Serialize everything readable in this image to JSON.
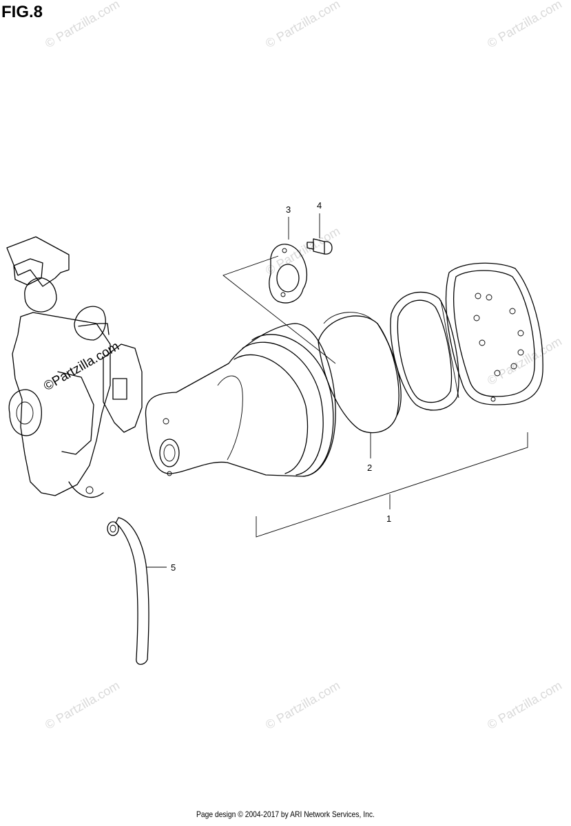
{
  "figure": {
    "title": "FIG.8"
  },
  "callouts": [
    "1",
    "2",
    "3",
    "4",
    "5"
  ],
  "watermark": {
    "main_text": "©Partzilla.com",
    "faint_text": "© Partzilla.com"
  },
  "footer": {
    "text": "Page design © 2004-2017 by ARI Network Services, Inc."
  }
}
